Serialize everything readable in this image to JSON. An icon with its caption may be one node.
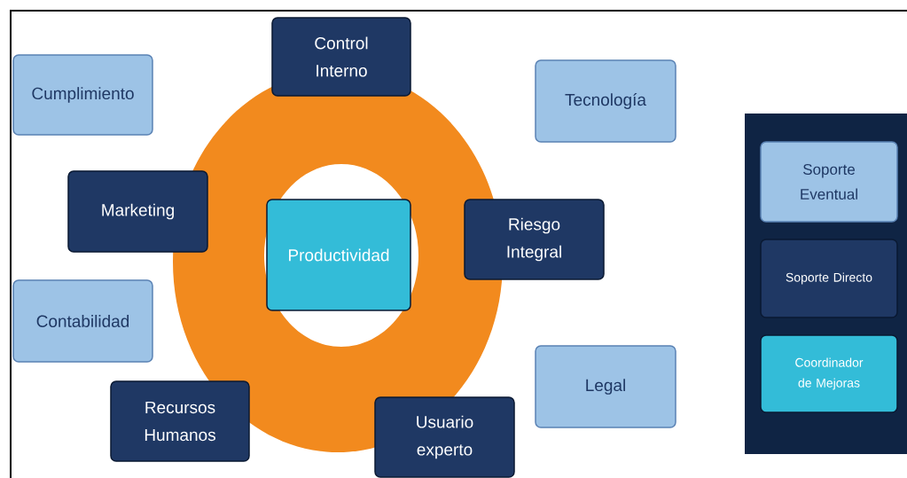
{
  "diagram": {
    "nodes": [
      {
        "text": [
          "Control Interno"
        ]
      },
      {
        "text": [
          "Cumplimiento"
        ]
      },
      {
        "text": [
          "Tecnología"
        ]
      },
      {
        "text": [
          "Marketing"
        ]
      },
      {
        "text": [
          "Productividad"
        ]
      },
      {
        "text": [
          "Riesgo Integral"
        ]
      },
      {
        "text": [
          "Contabilidad"
        ]
      },
      {
        "text": [
          "Legal"
        ]
      },
      {
        "text": [
          "Recursos Humanos"
        ]
      },
      {
        "text": [
          "Usuario experto"
        ]
      }
    ],
    "legend": [
      {
        "text": "Soporte Eventual",
        "color": "#9dc3e6"
      },
      {
        "text": "Soporte Directo",
        "color": "#1f3864"
      },
      {
        "text": "Coordinador de Mejoras",
        "color": "#33bcd8"
      }
    ]
  }
}
